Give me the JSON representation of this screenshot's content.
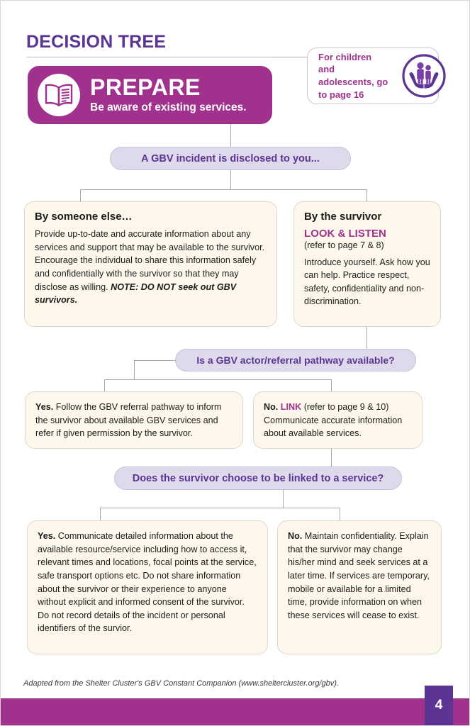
{
  "page": {
    "title": "DECISION TREE",
    "page_number": "4",
    "credit": "Adapted from the Shelter Cluster's GBV Constant Companion (www.sheltercluster.org/gbv)."
  },
  "colors": {
    "magenta": "#A0328E",
    "violet": "#5B3494",
    "lavender_bar": "#DEDAEC",
    "cream_box": "#FDF8EB",
    "connector": "#AAA6B4"
  },
  "banner": {
    "icon": "open-book-icon",
    "title": "PREPARE",
    "subtitle": "Be aware of existing services."
  },
  "note": {
    "icon": "children-in-hands-icon",
    "text": "For children and adolescents, go to page 16"
  },
  "questions": {
    "q1": "A GBV incident is disclosed to you...",
    "q2": "Is a GBV actor/referral pathway available?",
    "q3": "Does the survivor choose to be linked to a service?"
  },
  "boxes": {
    "by_someone_else": {
      "heading": "By someone else…",
      "body": "Provide up-to-date and accurate information about any services and support that may be available to the survivor. Encourage the individual to share this information safely and confidentially with the survivor so that they may disclose as willing.",
      "note_emphasis": "NOTE: DO NOT seek out GBV survivors."
    },
    "by_the_survivor": {
      "heading": "By the survivor",
      "action": "LOOK & LISTEN",
      "reference": "(refer to page 7 & 8)",
      "body": "Introduce yourself. Ask how you can help. Practice respect, safety, confidentiality and non-discrimination."
    },
    "yes_referral": {
      "label": "Yes.",
      "body": "Follow the GBV referral pathway to inform the survivor about available GBV services and refer if given permission by the survivor."
    },
    "no_referral": {
      "label": "No.",
      "action": "LINK",
      "reference": "(refer to page 9 & 10)",
      "body": "Communicate accurate information about available services."
    },
    "yes_linked": {
      "label": "Yes.",
      "body": "Communicate detailed information about the available resource/service including how to access it, relevant times and locations, focal points at the service, safe transport options etc. Do not share information about the survivor or their experience to anyone without explicit and informed consent of the survivor. Do not record details of the incident or personal identifiers of the survior."
    },
    "no_linked": {
      "label": "No.",
      "body": "Maintain confidentiality. Explain that the survivor may change his/her mind and seek services at a later time. If services are temporary, mobile or available for a limited time, provide information on when these services will cease to exist."
    }
  }
}
